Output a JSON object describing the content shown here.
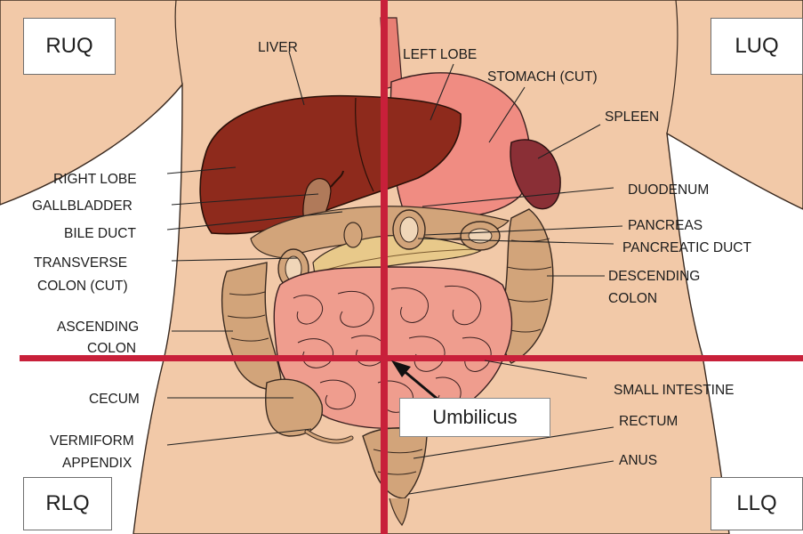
{
  "quadrants": {
    "ruq": "RUQ",
    "luq": "LUQ",
    "rlq": "RLQ",
    "llq": "LLQ"
  },
  "umbilicus": "Umbilicus",
  "labels": {
    "liver": "LIVER",
    "left_lobe": "LEFT LOBE",
    "stomach": "STOMACH (CUT)",
    "spleen": "SPLEEN",
    "right_lobe": "RIGHT LOBE",
    "gallbladder": "GALLBLADDER",
    "bile_duct": "BILE DUCT",
    "transverse_colon_1": "TRANSVERSE",
    "transverse_colon_2": "COLON (CUT)",
    "ascending_colon_1": "ASCENDING",
    "ascending_colon_2": "COLON",
    "cecum": "CECUM",
    "vermiform_appendix_1": "VERMIFORM",
    "vermiform_appendix_2": "APPENDIX",
    "duodenum": "DUODENUM",
    "pancreas": "PANCREAS",
    "pancreatic_duct": "PANCREATIC DUCT",
    "descending_colon_1": "DESCENDING",
    "descending_colon_2": "COLON",
    "small_intestine": "SMALL INTESTINE",
    "rectum": "RECTUM",
    "anus": "ANUS"
  },
  "colors": {
    "skin": "#f2c9a8",
    "liver": "#8e2a1c",
    "stomach": "#f08c82",
    "spleen": "#8a2f36",
    "colon": "#d2a47a",
    "small_intestine": "#ef9d8e",
    "pancreas": "#e8c98a",
    "divider": "#c8203a"
  }
}
